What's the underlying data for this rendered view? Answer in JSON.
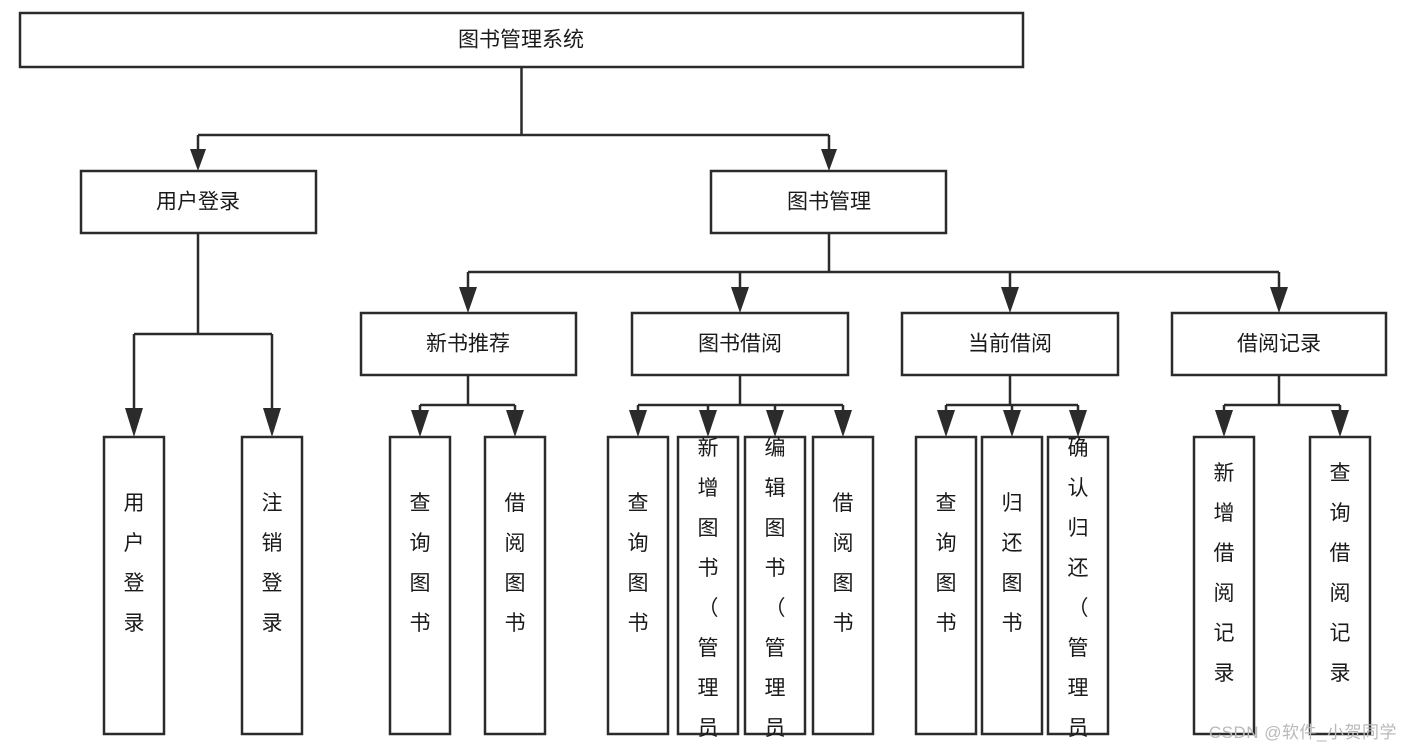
{
  "diagram": {
    "type": "hierarchy-tree",
    "title": "图书管理系统",
    "watermark": "CSDN @软件_小贺同学",
    "colors": {
      "box_stroke": "#2b2b2b",
      "box_fill": "#ffffff",
      "text": "#1a1a1a",
      "background": "#ffffff",
      "watermark": "#b9b9b9"
    },
    "root": {
      "label": "图书管理系统"
    },
    "level2": [
      {
        "label": "用户登录"
      },
      {
        "label": "图书管理"
      }
    ],
    "level3": [
      {
        "label": "新书推荐"
      },
      {
        "label": "图书借阅"
      },
      {
        "label": "当前借阅"
      },
      {
        "label": "借阅记录"
      }
    ],
    "leaves": {
      "user_login": [
        {
          "label": "用户登录"
        },
        {
          "label": "注销登录"
        }
      ],
      "new_book": [
        {
          "label": "查询图书"
        },
        {
          "label": "借阅图书"
        }
      ],
      "book_borrow": [
        {
          "label": "查询图书"
        },
        {
          "label": "新增图书（管理员）"
        },
        {
          "label": "编辑图书（管理员）"
        },
        {
          "label": "借阅图书"
        }
      ],
      "current_borrow": [
        {
          "label": "查询图书"
        },
        {
          "label": "归还图书"
        },
        {
          "label": "确认归还（管理员）"
        }
      ],
      "borrow_record": [
        {
          "label": "新增借阅记录"
        },
        {
          "label": "查询借阅记录"
        }
      ]
    }
  }
}
